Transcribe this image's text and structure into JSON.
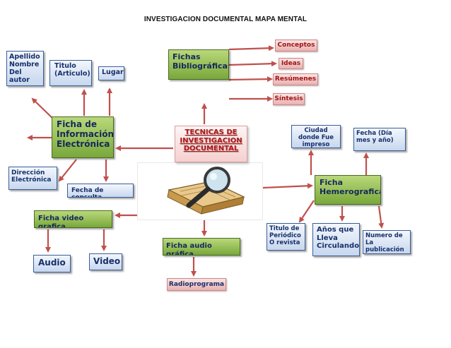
{
  "title": "INVESTIGACION DOCUMENTAL MAPA MENTAL",
  "colors": {
    "arrow": "#c0504d",
    "green_fill": "#9bbb59",
    "blue_border": "#3b5e99",
    "text_navy": "#17306b"
  },
  "icons": {
    "illustration": "magnifying-glass-on-documents-icon"
  },
  "nodes": {
    "center": "TECNICAS DE INVESTIGACION DOCUMENTAL",
    "fichas_bibliograficas": "Fichas Bibliográficas",
    "conceptos": "Conceptos",
    "ideas": "Ideas",
    "resumenes": "Resúmenes",
    "sintesis": "Síntesis",
    "ficha_info_electronica": "Ficha de Información Electrónica",
    "apellido_nombre": "Apellido Nombre Del autor",
    "titulo_articulo": "Titulo (Articulo)",
    "lugar": "Lugar",
    "direccion_electronica": "Dirección Electrónica",
    "fecha_consulta": "Fecha de consulta",
    "ficha_video": "Ficha video grafica",
    "audio": "Audio",
    "video": "Video",
    "ficha_audio": "Ficha audio gráfica",
    "radioprograma": "Radioprograma",
    "ficha_hemerografica": "Ficha Hemerografica",
    "ciudad_impreso": "Ciudad donde Fue impreso",
    "fecha_dia": "Fecha (Día mes y año)",
    "titulo_periodico": "Titulo de Periódico O revista",
    "anos_circulando": "Años que Lleva Circulando",
    "numero_publicacion": "Numero de La publicación"
  }
}
